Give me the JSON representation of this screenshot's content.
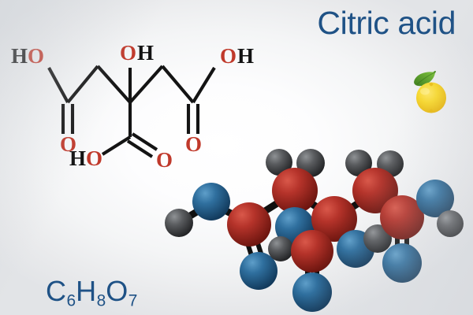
{
  "page": {
    "title": "Citric acid",
    "background_color": "#f2f3f5",
    "accent_color": "#1f5286"
  },
  "molecular_formula": {
    "parts": [
      {
        "element": "C",
        "count": "6"
      },
      {
        "element": "H",
        "count": "8"
      },
      {
        "element": "O",
        "count": "7"
      }
    ],
    "plain": "C6H8O7",
    "color": "#1f5286"
  },
  "lemon_icon": {
    "name": "lemon-icon",
    "body_color": "#f5d327",
    "leaf_color": "#5a9e2f"
  },
  "structural_formula": {
    "name": "skeletal-structure",
    "oxygen_color": "#c0392b",
    "hydrogen_color": "#121212",
    "bond_color": "#141414",
    "labels": [
      {
        "id": "hydroxyl-left-carboxyl",
        "text_h": "H",
        "text_o": "O",
        "order": "HO"
      },
      {
        "id": "hydroxyl-center",
        "text_o": "O",
        "text_h": "H",
        "order": "OH"
      },
      {
        "id": "hydroxyl-right-carboxyl",
        "text_o": "O",
        "text_h": "H",
        "order": "OH"
      },
      {
        "id": "hydroxyl-bottom-carboxyl",
        "text_h": "H",
        "text_o": "O",
        "order": "HO"
      },
      {
        "id": "carbonyl-left",
        "text": "O"
      },
      {
        "id": "carbonyl-bottom",
        "text": "O"
      },
      {
        "id": "carbonyl-right",
        "text": "O"
      }
    ]
  },
  "ball_and_stick_model": {
    "name": "ball-and-stick-model",
    "legend": [
      {
        "element": "C",
        "role": "carbon",
        "color": "#a82b24"
      },
      {
        "element": "O",
        "role": "oxygen",
        "color": "#2f6f9e"
      },
      {
        "element": "H",
        "role": "hydrogen",
        "color": "#555759"
      }
    ],
    "bond_color": "#101010",
    "atom_counts": {
      "carbon": 6,
      "oxygen": 7,
      "hydrogen": 8
    }
  }
}
